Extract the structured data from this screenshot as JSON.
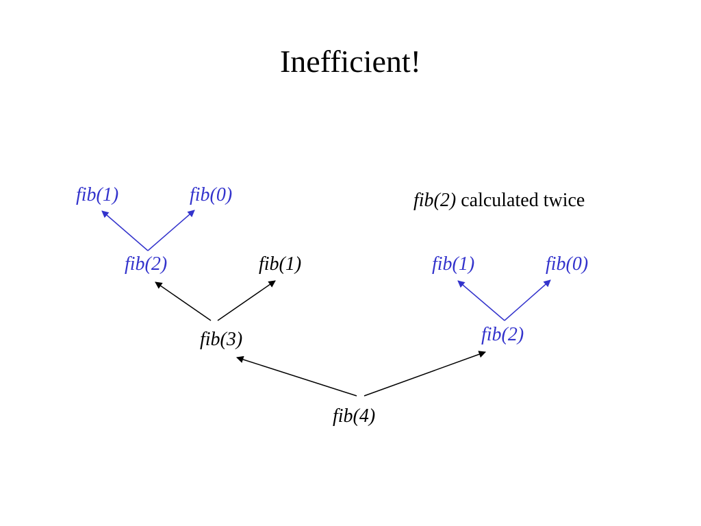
{
  "title": "Inefficient!",
  "note": {
    "call": "fib(2)",
    "text": " calculated twice"
  },
  "colors": {
    "highlight": "#3333cc",
    "normal": "#000000"
  },
  "tree": {
    "root": "fib(4)",
    "left": "fib(3)",
    "left_left": "fib(2)",
    "left_right": "fib(1)",
    "left_left_left": "fib(1)",
    "left_left_right": "fib(0)",
    "right": "fib(2)",
    "right_left": "fib(1)",
    "right_right": "fib(0)"
  }
}
